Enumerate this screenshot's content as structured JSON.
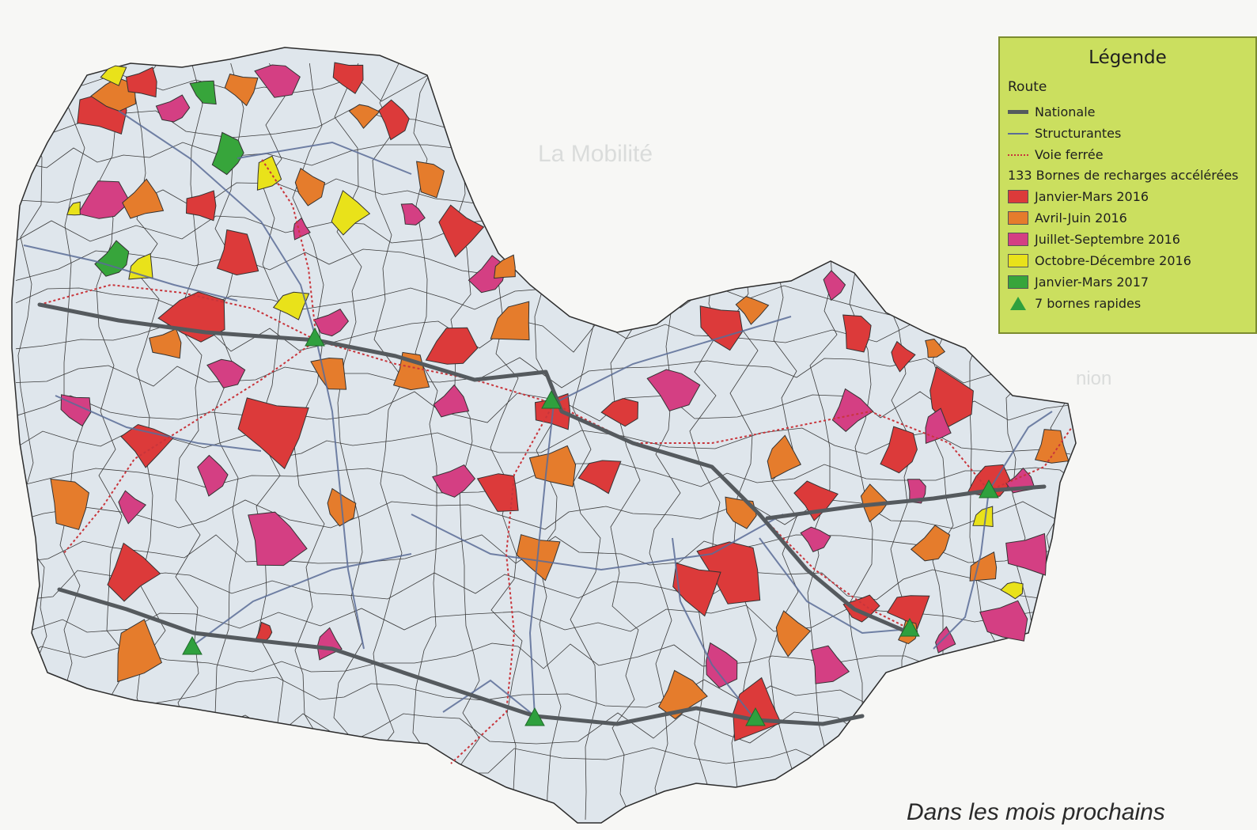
{
  "map": {
    "colors": {
      "background": "#f7f7f5",
      "territory": "#dfe6ec",
      "commune_border": "#2c2c2c",
      "nationale": "#555a5e",
      "structurantes": "#5b6c97",
      "voie_ferree": "#c8353b",
      "janvier_mars_2016": "#dc3a3a",
      "avril_juin_2016": "#e57c2c",
      "juillet_septembre_2016": "#d43f83",
      "octobre_decembre_2016": "#e9e21a",
      "janvier_mars_2017": "#37a53b",
      "bornes_rapides": "#2fa03e"
    },
    "fast_chargers_count": 7
  },
  "legend": {
    "title": "Légende",
    "route_heading": "Route",
    "routes": [
      {
        "label": "Nationale",
        "style": "solid-thick",
        "color": "#555a5e"
      },
      {
        "label": "Structurantes",
        "style": "solid-thin",
        "color": "#5b6c97"
      },
      {
        "label": "Voie ferrée",
        "style": "dotted",
        "color": "#c8353b"
      }
    ],
    "bornes_heading": "133 Bornes de recharges accélérées",
    "periods": [
      {
        "label": "Janvier-Mars 2016",
        "color": "#dc3a3a"
      },
      {
        "label": "Avril-Juin 2016",
        "color": "#e57c2c"
      },
      {
        "label": "Juillet-Septembre 2016",
        "color": "#d43f83"
      },
      {
        "label": "Octobre-Décembre 2016",
        "color": "#e9e21a"
      },
      {
        "label": "Janvier-Mars 2017",
        "color": "#37a53b"
      }
    ],
    "fast_label": "7 bornes rapides",
    "fast_icon": "green-triangle-icon"
  },
  "caption": "Dans les mois prochains"
}
